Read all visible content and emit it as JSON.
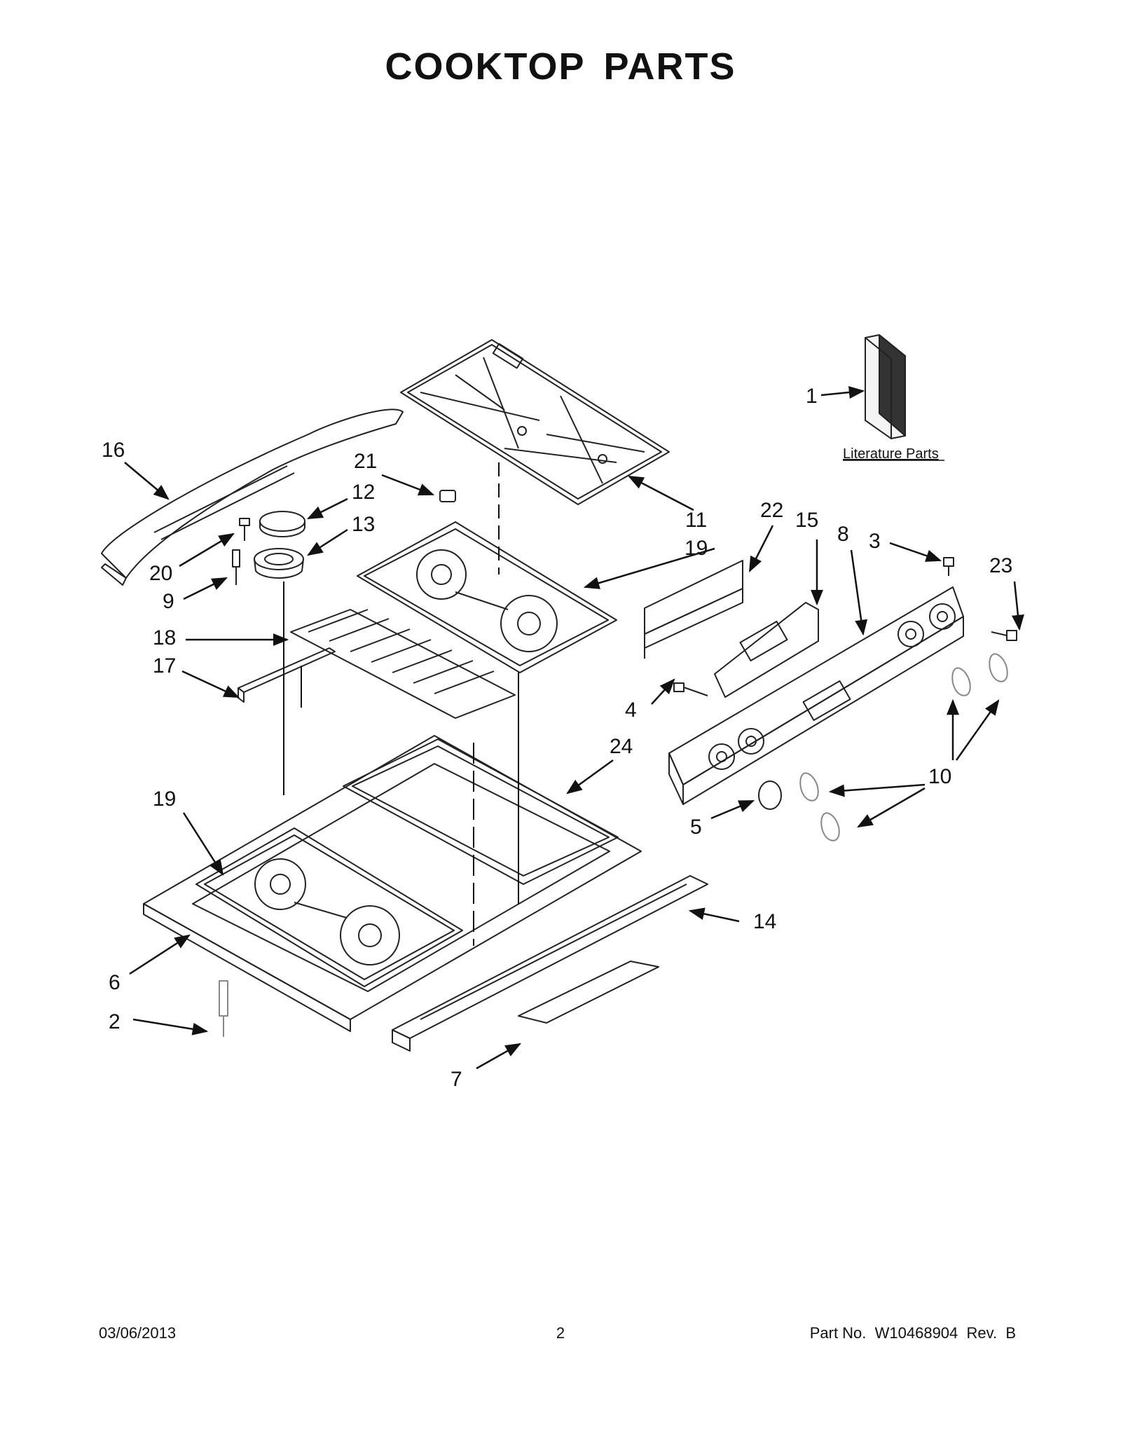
{
  "title": "COOKTOP  PARTS",
  "literature_label": "Literature Parts",
  "callouts": {
    "p1": "1",
    "p2": "2",
    "p3": "3",
    "p4": "4",
    "p5": "5",
    "p6": "6",
    "p7": "7",
    "p8": "8",
    "p9": "9",
    "p10": "10",
    "p11": "11",
    "p12": "12",
    "p13": "13",
    "p14": "14",
    "p15": "15",
    "p16": "16",
    "p17": "17",
    "p18": "18",
    "p19a": "19",
    "p19b": "19",
    "p20": "20",
    "p21": "21",
    "p22": "22",
    "p23": "23",
    "p24": "24"
  },
  "footer": {
    "date": "03/06/2013",
    "page": "2",
    "part": "Part No.  W10468904  Rev.  B"
  }
}
